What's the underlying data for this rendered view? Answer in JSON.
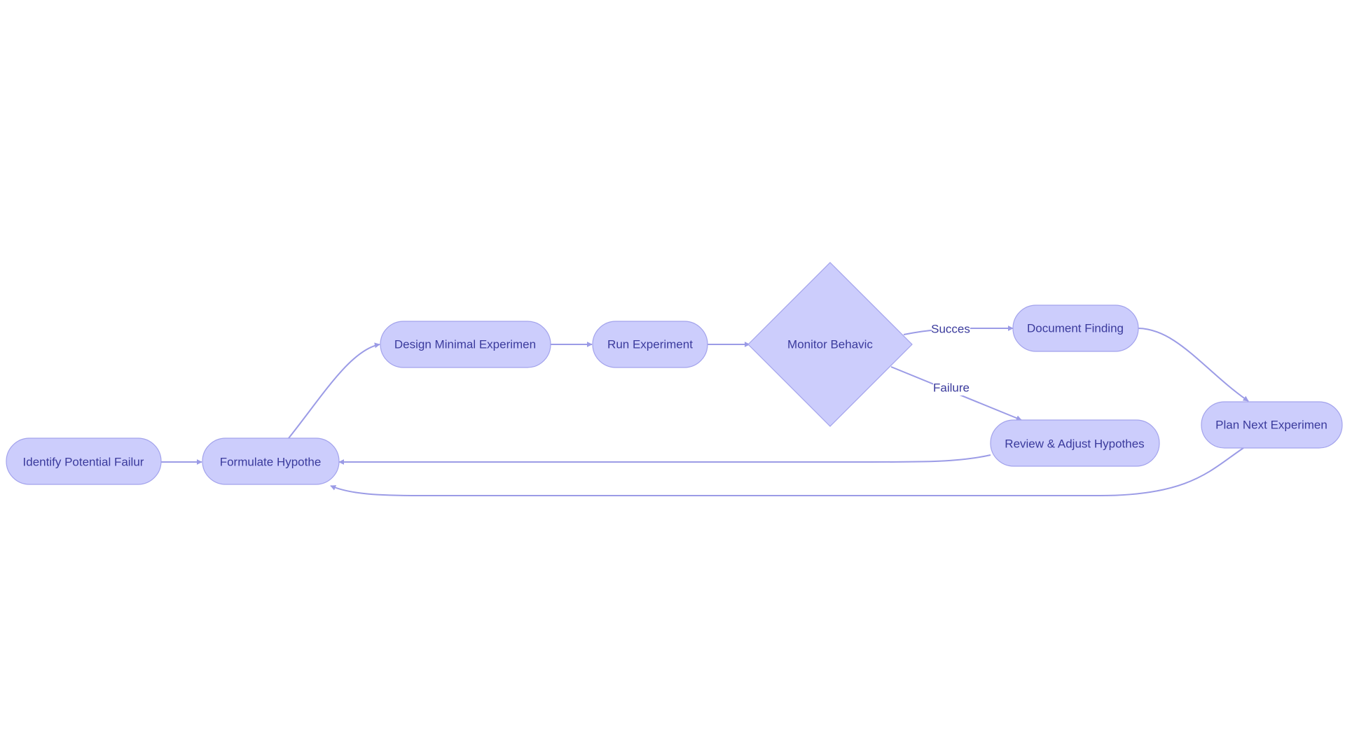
{
  "diagram": {
    "nodes": {
      "identify": "Identify Potential Failur",
      "formulate": "Formulate Hypothe",
      "design": "Design Minimal Experimen",
      "run": "Run Experiment",
      "monitor": "Monitor Behavic",
      "document": "Document Finding",
      "review": "Review & Adjust Hypothes",
      "plan": "Plan Next Experimen"
    },
    "edge_labels": {
      "success": "Succes",
      "failure": "Failure"
    }
  },
  "colors": {
    "node_fill": "#cccdfc",
    "node_stroke": "#a3a3ec",
    "edge": "#9b9be6",
    "text": "#3a3a9c"
  }
}
